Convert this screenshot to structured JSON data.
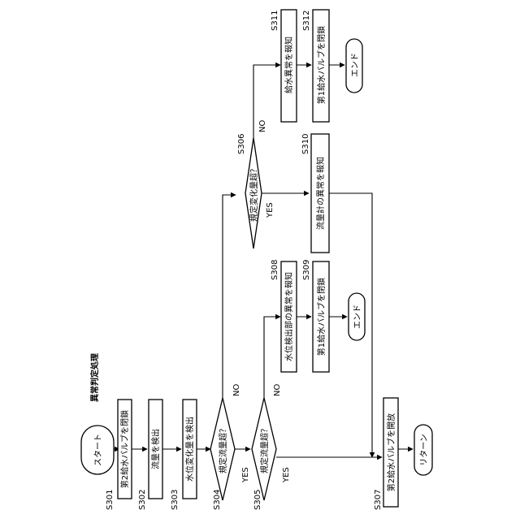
{
  "title": "異常判定処理",
  "nodes": {
    "start": "スタート",
    "s301": "第2給水バルブを閉鎖",
    "s302": "流量を検出",
    "s303": "水位変化量を検出",
    "s304": "規定流量超？",
    "s305": "規定流量超？",
    "s306": "規定変化量超？",
    "s307": "第2給水バルブを開放",
    "s308": "水位検出部の異常を報知",
    "s309": "第1給水バルブを閉鎖",
    "s310": "流量計の異常を報知",
    "s311": "給水異常を報知",
    "s312": "第1給水バルブを閉鎖",
    "end1": "エンド",
    "end2": "エンド",
    "return": "リターン"
  },
  "steps": {
    "s301": "S301",
    "s302": "S302",
    "s303": "S303",
    "s304": "S304",
    "s305": "S305",
    "s306": "S306",
    "s307": "S307",
    "s308": "S308",
    "s309": "S309",
    "s310": "S310",
    "s311": "S311",
    "s312": "S312"
  },
  "edges": {
    "s304_no": "NO",
    "s304_yes": "YES",
    "s305_no": "NO",
    "s305_yes": "YES",
    "s306_no": "NO",
    "s306_yes": "YES"
  }
}
